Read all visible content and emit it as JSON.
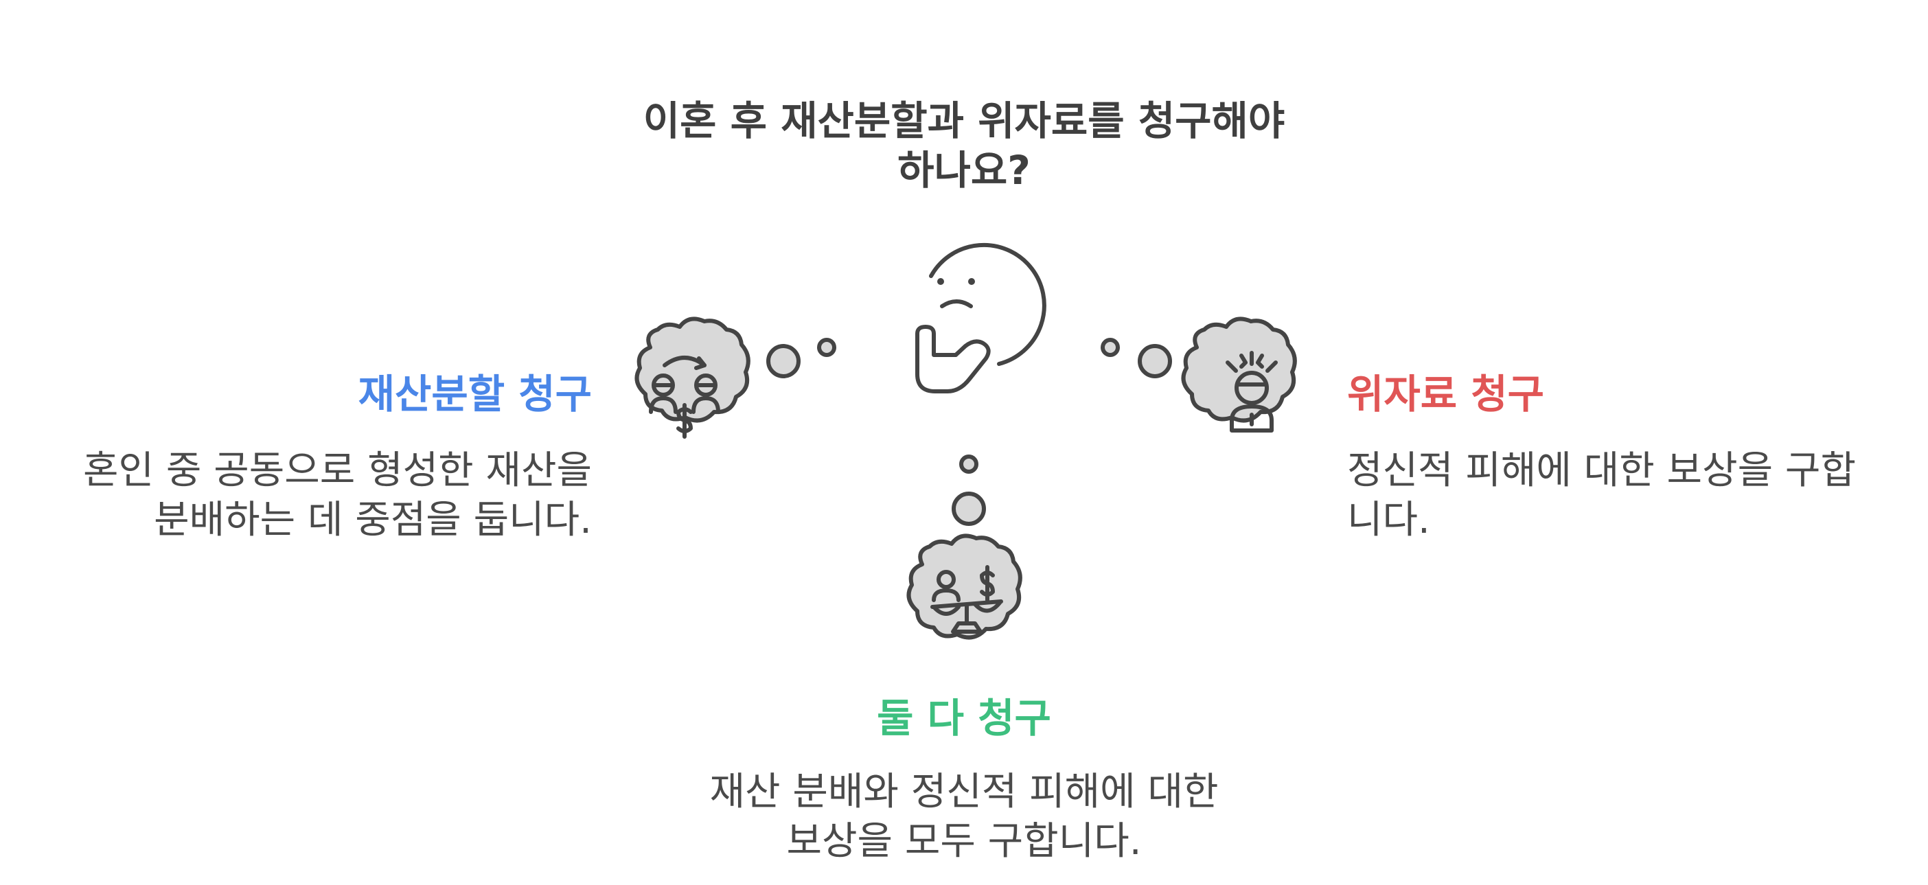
{
  "question": {
    "line1": "이혼 후 재산분할과 위자료를 청구해야",
    "line2": "하나요?"
  },
  "options": {
    "property": {
      "title": "재산분할 청구",
      "desc_line1": "혼인 중 공동으로 형성한 재산을",
      "desc_line2": "분배하는 데 중점을 둡니다.",
      "color": "#4a86e8"
    },
    "alimony": {
      "title": "위자료 청구",
      "desc_line1": "정신적 피해에 대한 보상을 구합",
      "desc_line2": "니다.",
      "color": "#e05555"
    },
    "both": {
      "title": "둘 다 청구",
      "desc_line1": "재산 분배와 정신적 피해에 대한",
      "desc_line2": "보상을 모두 구합니다.",
      "color": "#3dbf7f"
    }
  },
  "icons": {
    "center": "thinking-face-icon",
    "property": "money-exchange-icon",
    "alimony": "distressed-person-icon",
    "both": "balance-scale-icon"
  }
}
